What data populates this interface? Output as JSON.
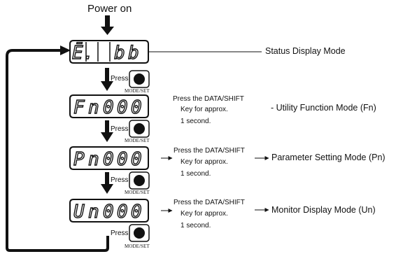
{
  "power_on_label": "Power on",
  "displays": [
    {
      "chars": [
        "Ē.",
        "",
        "b",
        "b"
      ],
      "mode": "Status Display Mode"
    },
    {
      "chars": [
        "F",
        "n",
        "0",
        "0",
        "0"
      ],
      "mode": "- Utility Function Mode (Fn)"
    },
    {
      "chars": [
        "P",
        "n",
        "0",
        "0",
        "0"
      ],
      "mode": "Parameter Setting Mode (Pn)"
    },
    {
      "chars": [
        "U",
        "n",
        "0",
        "0",
        "0"
      ],
      "mode": "Monitor Display Mode (Un)"
    }
  ],
  "press_label": "Press",
  "mode_set_label": "MODE/SET",
  "note": {
    "line1": "Press the DATA/SHIFT",
    "line2": "Key for approx.",
    "line3": "1 second."
  },
  "colors": {
    "line": "#111111",
    "button": "#111111",
    "background": "#ffffff"
  }
}
